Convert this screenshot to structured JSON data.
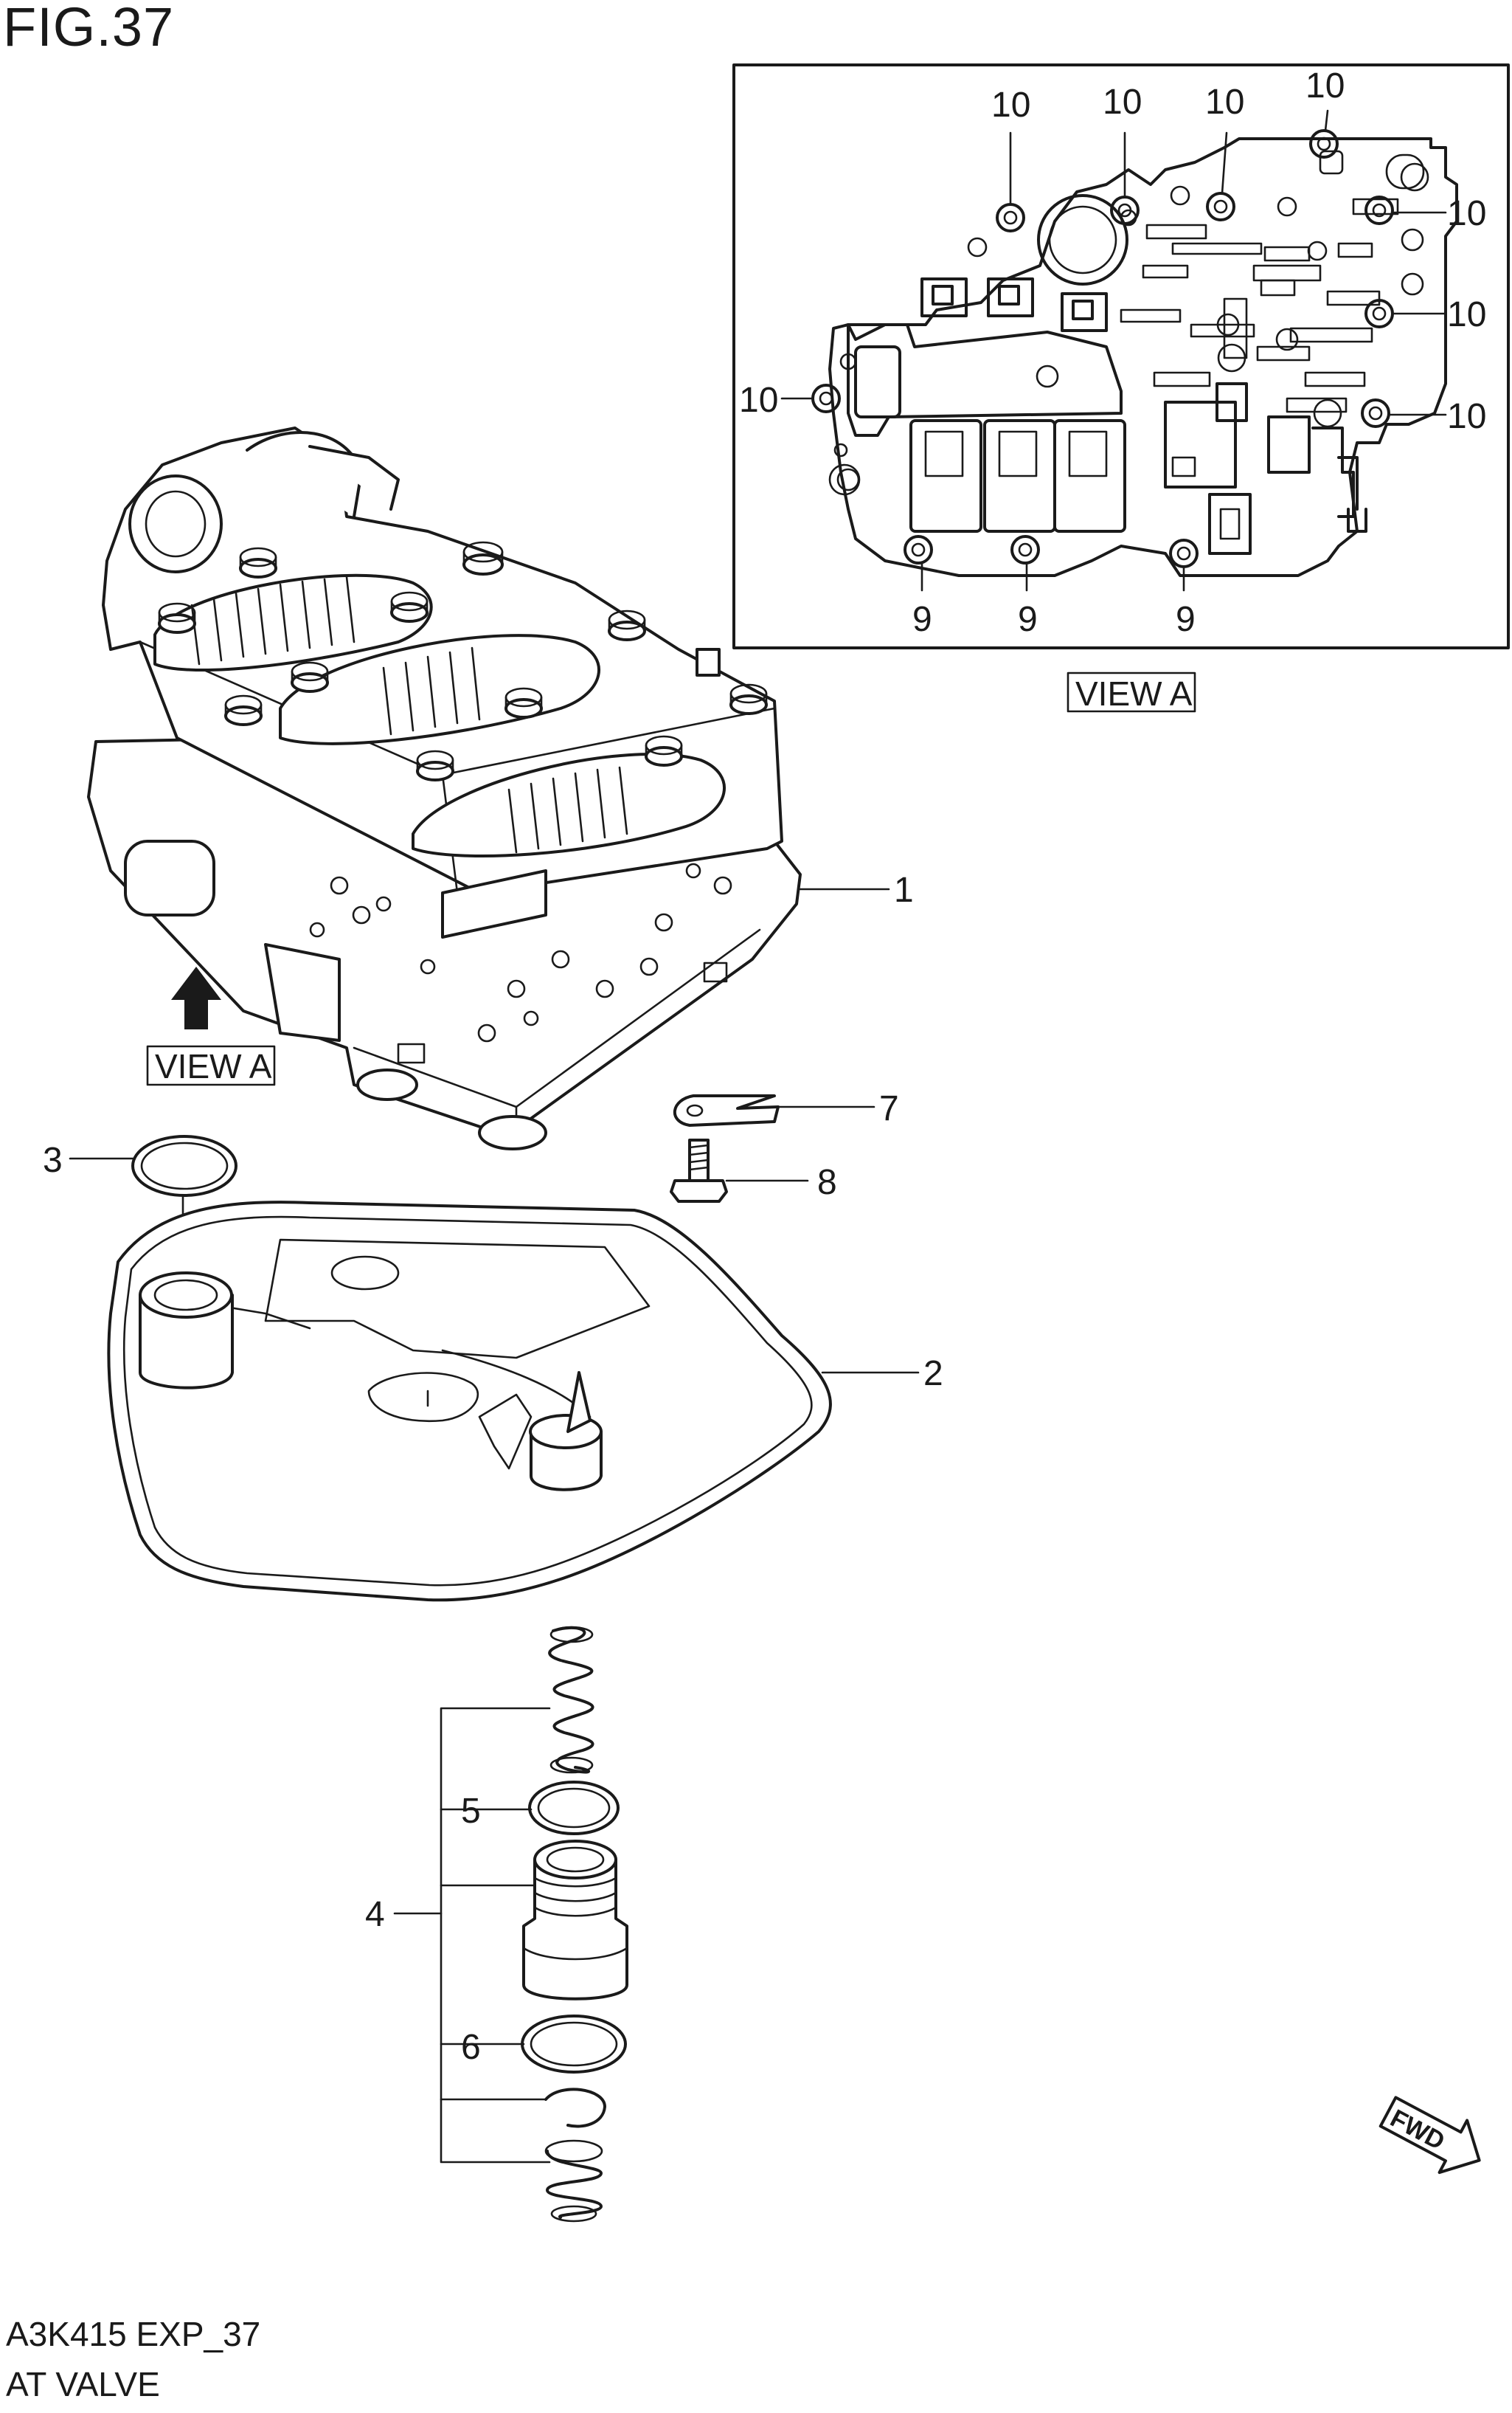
{
  "header": {
    "figure": "FIG.37"
  },
  "footer": {
    "code": "A3K415 EXP_37",
    "name": "AT VALVE"
  },
  "view_a": {
    "box_label": "VIEW A",
    "arrow_label": "VIEW A"
  },
  "callouts": {
    "c1": "1",
    "c2": "2",
    "c3": "3",
    "c4": "4",
    "c5": "5",
    "c6": "6",
    "c7": "7",
    "c8": "8",
    "c9a": "9",
    "c9b": "9",
    "c9c": "9",
    "c10a": "10",
    "c10b": "10",
    "c10c": "10",
    "c10d": "10",
    "c10e": "10",
    "c10f": "10",
    "c10g": "10",
    "c10h": "10"
  },
  "fwd_label": "FWD"
}
